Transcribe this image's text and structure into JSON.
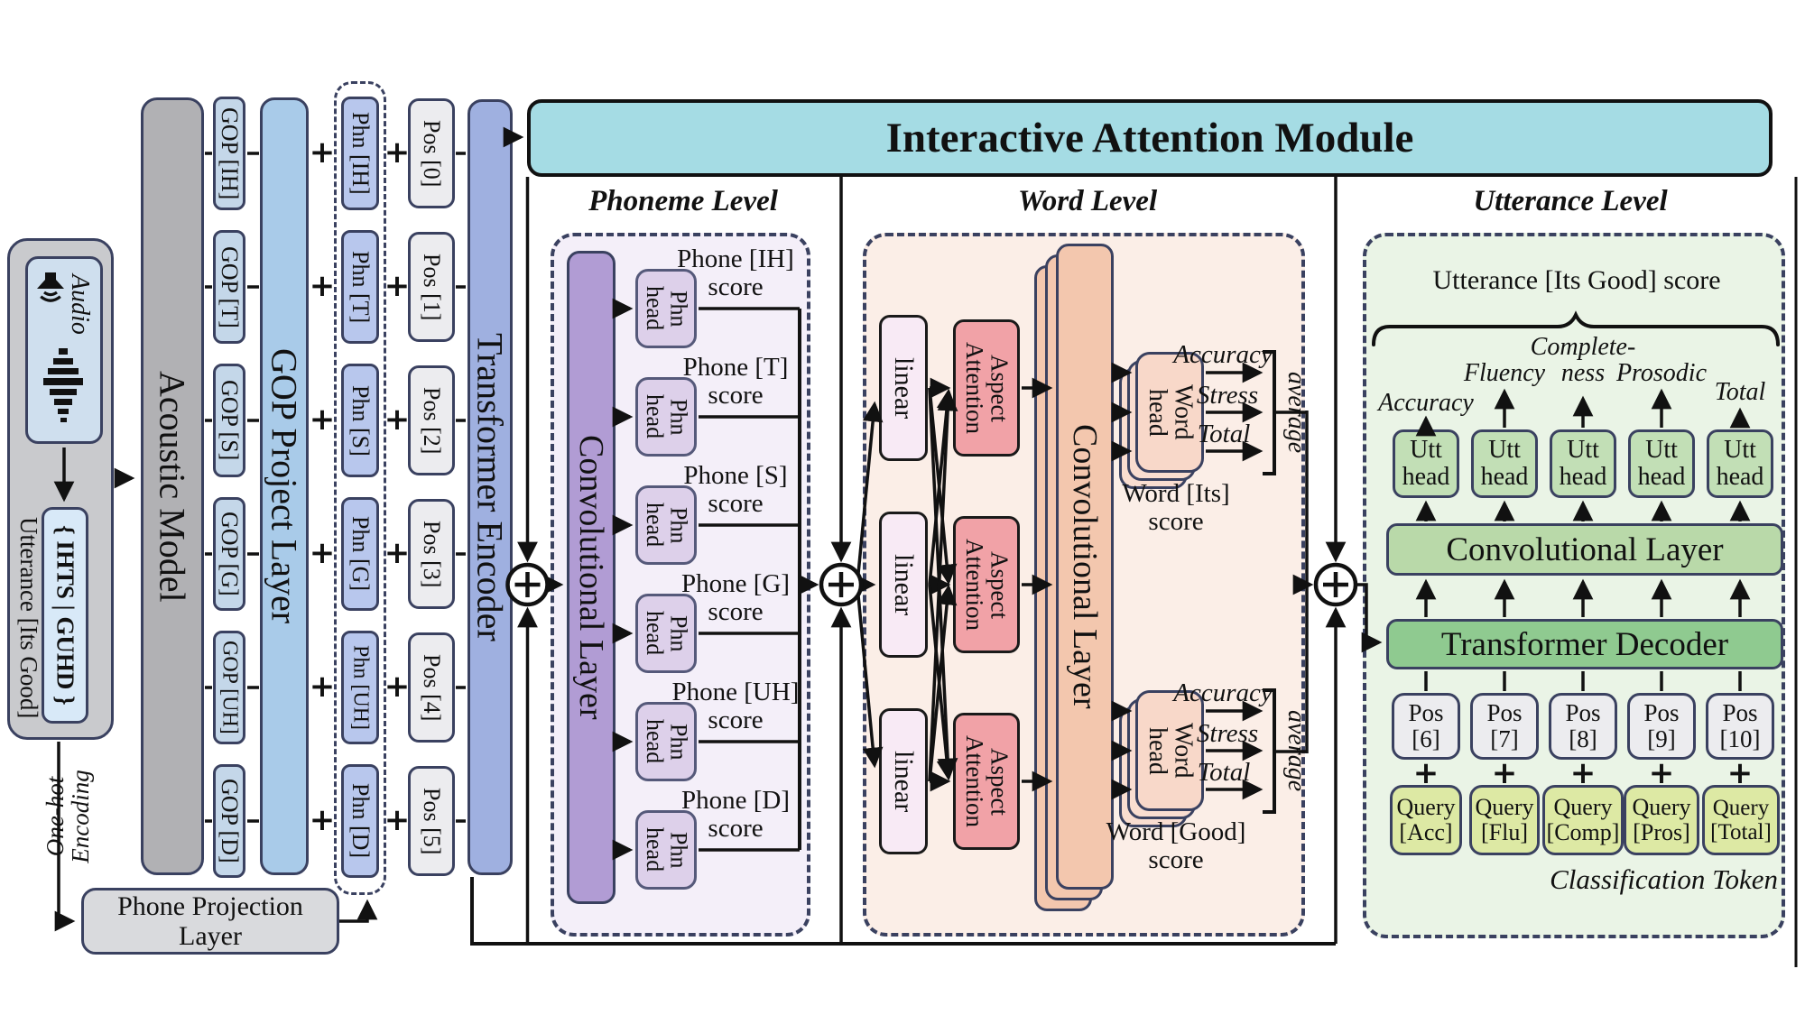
{
  "left": {
    "audio_label": "Audio",
    "tokens": "{ IHTS | GUHD }",
    "utterance_caption": "Utterance [Its Good]",
    "one_hot": {
      "l1": "One-hot",
      "l2": "Encoding"
    },
    "acoustic_model": "Acoustic Model",
    "gop_project_layer": "GOP Project Layer",
    "transformer_encoder": "Transformer Encoder",
    "phone_projection": {
      "l1": "Phone Projection",
      "l2": "Layer"
    },
    "plus": "+",
    "gop": [
      "GOP [IH]",
      "GOP [T]",
      "GOP [S]",
      "GOP [G]",
      "GOP [UH]",
      "GOP [D]"
    ],
    "phn": [
      "Phn [IH]",
      "Phn [T]",
      "Phn [S]",
      "Phn [G]",
      "Phn [UH]",
      "Phn [D]"
    ],
    "pos": [
      "Pos [0]",
      "Pos [1]",
      "Pos [2]",
      "Pos [3]",
      "Pos [4]",
      "Pos [5]"
    ]
  },
  "iam": {
    "title": "Interactive Attention Module"
  },
  "sections": {
    "phoneme": "Phoneme Level",
    "word": "Word Level",
    "utterance": "Utterance Level"
  },
  "phoneme": {
    "conv_layer": "Convolutional Layer",
    "head": {
      "l1": "Phn",
      "l2": "head"
    },
    "scores": [
      {
        "l1": "Phone [IH]",
        "l2": "score"
      },
      {
        "l1": "Phone [T]",
        "l2": "score"
      },
      {
        "l1": "Phone [S]",
        "l2": "score"
      },
      {
        "l1": "Phone [G]",
        "l2": "score"
      },
      {
        "l1": "Phone [UH]",
        "l2": "score"
      },
      {
        "l1": "Phone [D]",
        "l2": "score"
      }
    ]
  },
  "word": {
    "linear_label": "linear",
    "aspect": {
      "l1": "Aspect",
      "l2": "Attention"
    },
    "conv_layer": "Convolutional Layer",
    "head": {
      "l1": "Word",
      "l2": "head"
    },
    "out_labels": [
      "Accuracy",
      "Stress",
      "Total"
    ],
    "average": "average",
    "scores": [
      {
        "l1": "Word [Its]",
        "l2": "score"
      },
      {
        "l1": "Word [Good]",
        "l2": "score"
      }
    ]
  },
  "utterance": {
    "title": "Utterance [Its Good] score",
    "aspects": [
      {
        "l1": "Accuracy",
        "l2": ""
      },
      {
        "l1": "Fluency",
        "l2": ""
      },
      {
        "l1": "Complete-",
        "l2": "ness"
      },
      {
        "l1": "Prosodic",
        "l2": ""
      },
      {
        "l1": "Total",
        "l2": ""
      }
    ],
    "utt_head": {
      "l1": "Utt",
      "l2": "head"
    },
    "conv_layer": "Convolutional Layer",
    "transformer_decoder": "Transformer Decoder",
    "pos": [
      {
        "l1": "Pos",
        "l2": "[6]"
      },
      {
        "l1": "Pos",
        "l2": "[7]"
      },
      {
        "l1": "Pos",
        "l2": "[8]"
      },
      {
        "l1": "Pos",
        "l2": "[9]"
      },
      {
        "l1": "Pos",
        "l2": "[10]"
      }
    ],
    "plus": "+",
    "query": [
      {
        "l1": "Query",
        "l2": "[Acc]"
      },
      {
        "l1": "Query",
        "l2": "[Flu]"
      },
      {
        "l1": "Query",
        "l2": "[Comp]"
      },
      {
        "l1": "Query",
        "l2": "[Pros]"
      },
      {
        "l1": "Query",
        "l2": "[Total]"
      }
    ],
    "classification_token": "Classification Token"
  },
  "colors": {
    "border_navy": "#3a4160",
    "iam_fill": "#a5dce4",
    "phoneme_fill": "#f4eff9",
    "word_fill": "#fbeee7",
    "utterance_fill": "#eaf4e6",
    "purple_bar": "#b19cd4",
    "salmon": "#f1a2a7",
    "green_bar": "#8fca90",
    "query_fill": "#dde9a4"
  }
}
